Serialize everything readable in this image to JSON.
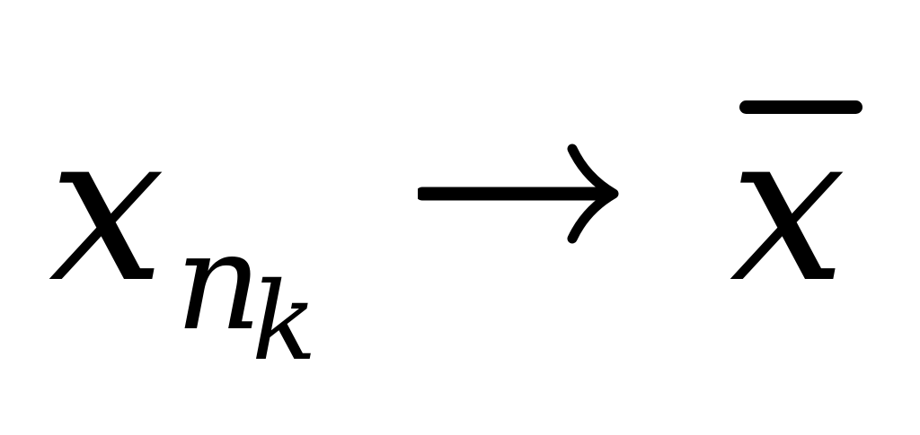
{
  "formula": {
    "variable": "x",
    "subscript_base": "n",
    "subscript_index": "k",
    "arrow": "→",
    "limit_variable": "x"
  }
}
